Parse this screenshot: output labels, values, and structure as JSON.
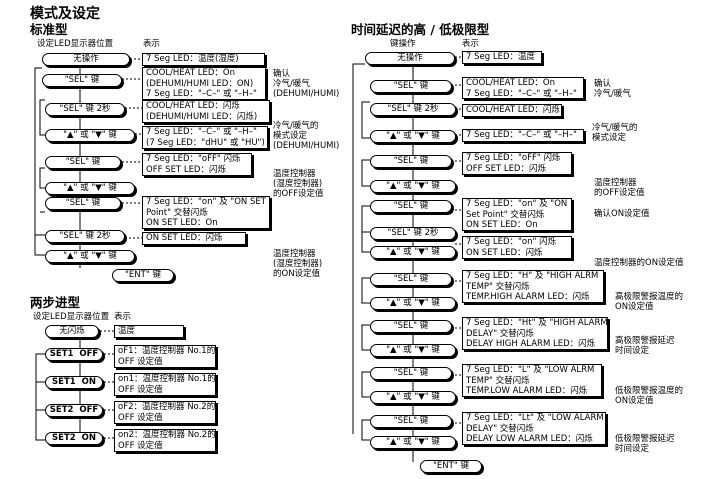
{
  "title": "模式及设定",
  "left": {
    "section1_title": "标准型",
    "hdr_display_pos": "设定LED显示器位置",
    "hdr_display": "表示",
    "no_op": "无操作",
    "no_op_disp": "7 Seg LED：温度(湿度)",
    "sel1": "\"SEL\" 键",
    "sel1_disp": "COOL/HEAT LED：On\n(DEHUMI/HUMI LED：ON)\n7 Seg LED：\"–C–\" 或 \"–H–\"",
    "sel1_note": "确认\n冷气/暖气\n(DEHUMI/HUMI)",
    "sel2s": "\"SEL\" 键 2秒",
    "sel2s_disp": "COOL/HEAT LED：闪烁\n(DEHUMI/HUMI LED：闪烁)",
    "updown1": "\"▲\" 或 \"▼\" 键",
    "updown1_disp": "7 Seg LED：\"–C–\" 或 \"–H–\"\n(7 Seg LED：\"dHU\" 或 \"HU\")",
    "updown1_note": "冷气/暖气的\n模式设定\n(DEHUMI/HUMI)",
    "sel3": "\"SEL\" 键",
    "sel3_disp": "7 Seg LED：\"oFF\" 闪烁\nOFF SET LED：闪烁",
    "sel3_note": "温度控制器\n(湿度控制器)\n的OFF设定值",
    "updown2": "\"▲\" 或 \"▼\" 键",
    "sel4": "\"SEL\" 键",
    "sel4_disp": "7 Seg LED：\"on\" 及 \"ON SET\nPoint\" 交替闪烁\nON SET LED：On",
    "sel2s_b": "\"SEL\" 键 2秒",
    "sel2s_b_disp": "ON SET LED：闪烁",
    "updown3": "\"▲\" 或 \"▼\" 键",
    "updown3_note": "温度控制器\n(湿度控制器)\n的ON设定值",
    "ent": "\"ENT\" 键",
    "section2_title": "两步进型",
    "hdr2_display_pos": "设定LED显示器位置",
    "hdr2_display": "表示",
    "no_flash": "无闪烁",
    "no_flash_disp": "温度",
    "set1_off": "SET1  OFF",
    "set1_off_disp": "oF1：温度控制器 No.1的\nOFF 设定值",
    "set1_on": "SET1  ON",
    "set1_on_disp": "on1：温度控制器 No.1的\nOFF 设定值",
    "set2_off": "SET2  OFF",
    "set2_off_disp": "oF2：温度控制器 No.2的\nOFF 设定值",
    "set2_on": "SET2  ON",
    "set2_on_disp": "on2：温度控制器 No.2的\nOFF 设定值"
  },
  "right": {
    "title": "时间延迟的高 / 低极限型",
    "hdr_key": "键操作",
    "hdr_display": "表示",
    "no_op": "无操作",
    "no_op_disp": "7 Seg LED：温度",
    "sel1": "\"SEL\" 键",
    "sel1_disp": "COOL/HEAT LED：On\n7 Seg LED：\"–C–\" 或 \"–H–\"",
    "sel1_note": "确认\n冷气/暖气",
    "sel2s": "\"SEL\" 键 2秒",
    "sel2s_disp": "COOL/HEAT LED：闪烁",
    "updown1": "\"▲\" 或 \"▼\" 键",
    "updown1_disp": "7 Seg LED：\"–C–\" 或 \"–H–\"",
    "updown1_note": "冷气/暖气的\n模式设定",
    "sel3": "\"SEL\" 键",
    "sel3_disp": "7 Seg LED：\"oFF\" 闪烁\nOFF SET LED：闪烁",
    "updown2": "\"▲\" 或 \"▼\" 键",
    "updown2_note": "温度控制器\n的OFF设定值",
    "sel4": "\"SEL\" 键",
    "sel4_disp": "7 Seg LED：\"on\" 及 \"ON\nSet Point\" 交替闪烁\nON SET LED：On",
    "sel4_note": "确认ON设定值",
    "sel2s_b": "\"SEL\" 键 2秒",
    "sel2s_b_disp": "7 Seg LED：\"on\" 闪烁\nON SET LED：闪烁",
    "updown3": "\"▲\" 或 \"▼\" 键",
    "updown3_note": "温度控制器的ON设定值",
    "sel5": "\"SEL\" 键",
    "sel5_disp": "7 Seg LED：\"H\" 及 \"HIGH ALRM\nTEMP\" 交替闪烁\nTEMP.HIGH ALARM LED：闪烁",
    "sel5_note": "高极限警报温度的\nON设定值",
    "updown4": "\"▲\" 或 \"▼\" 键",
    "sel6": "\"SEL\" 键",
    "sel6_disp": "7 Seg LED：\"Ht\" 及 \"HIGH ALARM\nDELAY\" 交替闪烁\nDELAY HIGH ALARM LED：闪烁",
    "sel6_note": "高极限警报延迟\n时间设定",
    "updown5": "\"▲\" 或 \"▼\" 键",
    "sel7": "\"SEL\" 键",
    "sel7_disp": "7 Seg LED：\"L\" 及 \"LOW ALRM\nTEMP\" 交替闪烁\nTEMP.LOW ALARM LED：闪烁",
    "sel7_note": "低极限警报温度的\nON设定值",
    "updown6": "\"▲\" 或 \"▼\" 键",
    "sel8": "\"SEL\" 键",
    "sel8_disp": "7 Seg LED：\"Lt\" 及 \"LOW ALARM\nDELAY\" 交替闪烁\nDELAY LOW ALARM LED：闪烁",
    "sel8_note": "低极限警报延迟\n时间设定",
    "updown7": "\"▲\" 或 \"▼\" 键",
    "ent": "\"ENT\" 键"
  }
}
